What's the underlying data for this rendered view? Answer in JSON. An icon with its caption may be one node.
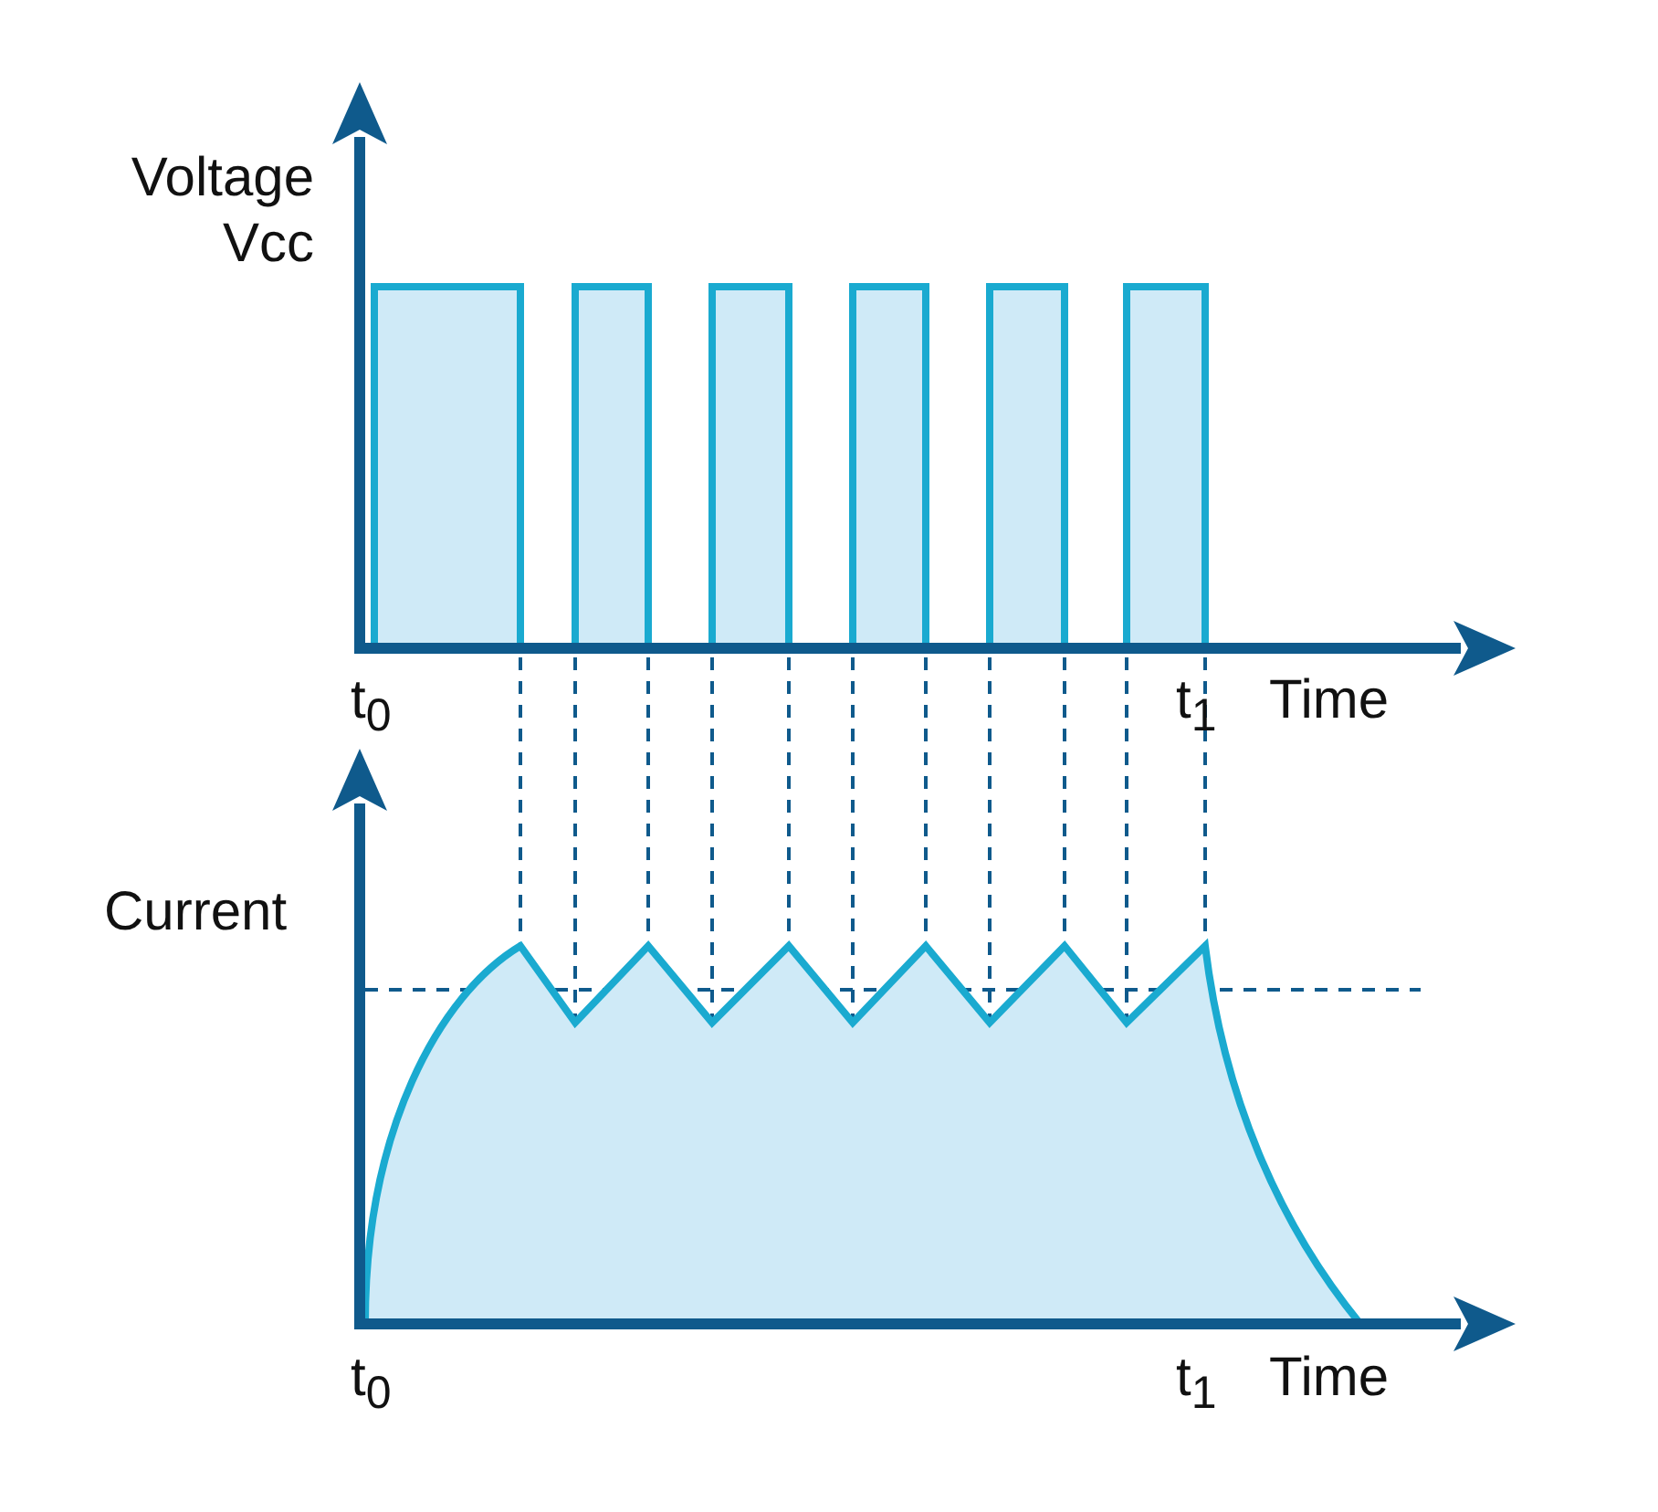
{
  "diagram": {
    "labels": [
      "Voltage Vcc",
      "t$_{0}$",
      "t$_{1}$",
      "Time",
      "Current",
      "t$_{0}$",
      "t$_{1}$",
      "Time"
    ]
  }
}
